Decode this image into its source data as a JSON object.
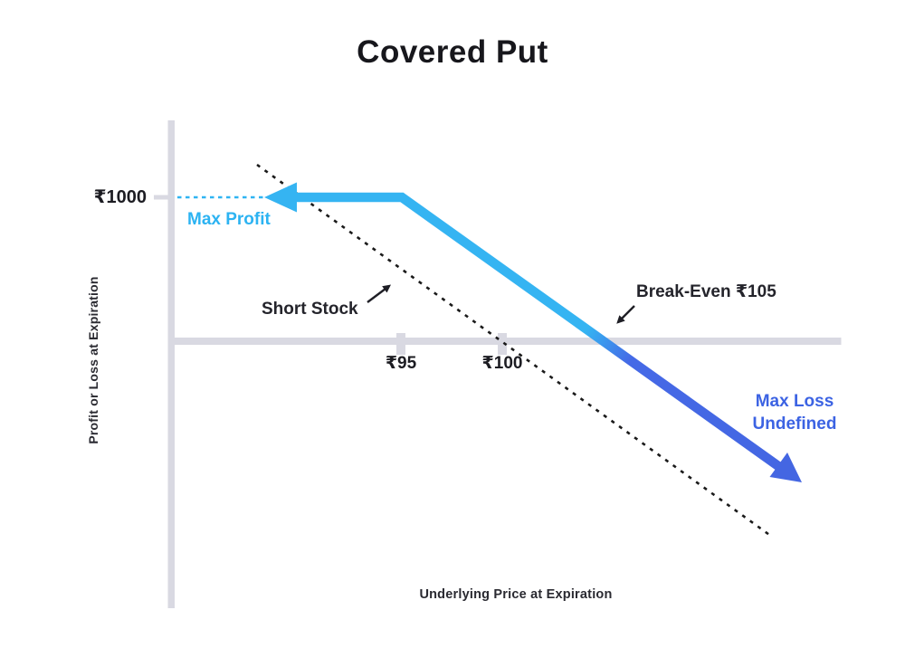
{
  "title": "Covered Put",
  "labels": {
    "y1000": "₹1000",
    "max_profit": "Max Profit",
    "short_stock": "Short Stock",
    "break_even": "Break-Even ₹105",
    "x95": "₹95",
    "x100": "₹100",
    "max_loss_line1": "Max Loss",
    "max_loss_line2": "Undefined",
    "y_axis": "Profit or Loss at Expiration",
    "x_axis": "Underlying Price at Expiration"
  },
  "colors": {
    "axis_gray": "#d9d9e2",
    "payoff_above_axis": "#35b4f2",
    "payoff_below_axis": "#4467e3",
    "max_profit_text": "#2cb3f2",
    "max_loss_text": "#3c63e3",
    "dashed_line": "#1a1a1a",
    "title_text": "#17171c"
  },
  "chart_data": {
    "type": "line",
    "title": "Covered Put",
    "xlabel": "Underlying Price at Expiration",
    "ylabel": "Profit or Loss at Expiration",
    "x_ticks": [
      {
        "label": "₹95",
        "value": 95
      },
      {
        "label": "₹100",
        "value": 100
      }
    ],
    "y_ticks": [
      {
        "label": "₹1000",
        "value": 1000
      }
    ],
    "xlim": [
      87,
      117
    ],
    "grid": false,
    "legend": "none",
    "series": [
      {
        "name": "Covered Put payoff",
        "style": "solid-thick-arrow-both-ends",
        "color_above_axis": "#35b4f2",
        "color_below_axis": "#4467e3",
        "points": [
          {
            "x": 88,
            "y": 1000
          },
          {
            "x": 95,
            "y": 1000
          },
          {
            "x": 105,
            "y": 0
          },
          {
            "x": 114.5,
            "y": -950
          }
        ]
      },
      {
        "name": "Short Stock",
        "style": "dashed",
        "color": "#1a1a1a",
        "points": [
          {
            "x": 88,
            "y": 1225
          },
          {
            "x": 100,
            "y": 0
          },
          {
            "x": 113.5,
            "y": -1350
          }
        ]
      }
    ],
    "annotations": [
      {
        "text": "Max Profit",
        "applies_to": "flat segment",
        "value": 1000,
        "color": "#2cb3f2"
      },
      {
        "text": "Short Stock",
        "applies_to": "dashed line",
        "arrow": true
      },
      {
        "text": "Break-Even ₹105",
        "value": 105,
        "arrow": true
      },
      {
        "text": "Max Loss Undefined",
        "applies_to": "lower arrow end",
        "color": "#3c63e3"
      }
    ]
  }
}
